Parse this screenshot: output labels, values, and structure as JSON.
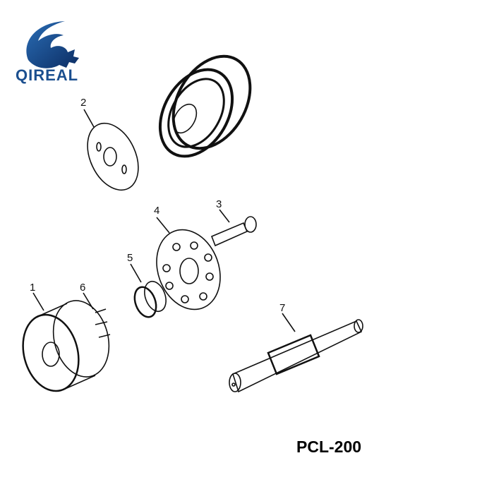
{
  "logo": {
    "text": "QIREAL",
    "color": "#1b4f8f"
  },
  "parts": [
    {
      "number": "1"
    },
    {
      "number": "2"
    },
    {
      "number": "3"
    },
    {
      "number": "4"
    },
    {
      "number": "5"
    },
    {
      "number": "6"
    },
    {
      "number": "7"
    }
  ],
  "model": "PCL-200"
}
